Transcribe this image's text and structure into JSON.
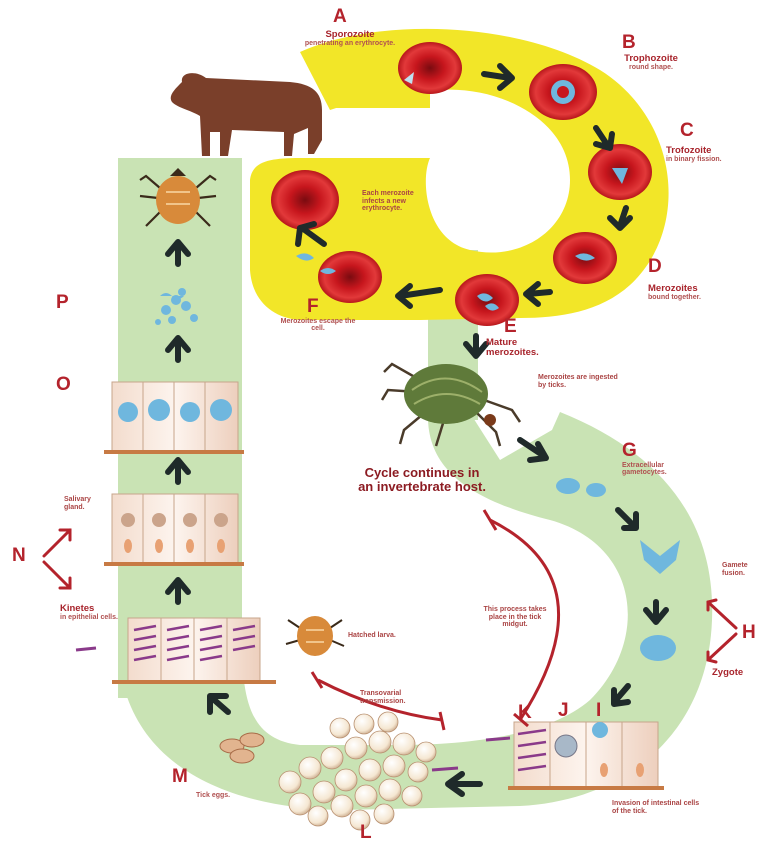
{
  "stages": {
    "A": {
      "letter": "A",
      "title": "Sporozoite",
      "sub": "penetrating an erythrocyte."
    },
    "B": {
      "letter": "B",
      "title": "Trophozoite",
      "sub": "round shape."
    },
    "C": {
      "letter": "C",
      "title": "Trofozoite",
      "sub": "in binary fission."
    },
    "D": {
      "letter": "D",
      "title": "Merozoites",
      "sub": "bound together."
    },
    "E": {
      "letter": "E",
      "title": "Mature merozoites.",
      "sub": ""
    },
    "F": {
      "letter": "F",
      "title": "",
      "sub": "Merozoites escape the cell."
    },
    "G": {
      "letter": "G",
      "title": "",
      "sub": "Extracellular gametocytes."
    },
    "H": {
      "letter": "H",
      "title": "",
      "sub": ""
    },
    "I": {
      "letter": "I"
    },
    "J": {
      "letter": "J"
    },
    "K": {
      "letter": "K"
    },
    "L": {
      "letter": "L"
    },
    "M": {
      "letter": "M",
      "sub": "Tick eggs."
    },
    "N": {
      "letter": "N"
    },
    "O": {
      "letter": "O"
    },
    "P": {
      "letter": "P"
    }
  },
  "notes": {
    "each_merozoite": "Each merozoite infects a new erythrocyte.",
    "ingested": "Merozoites are ingested by ticks.",
    "cycle": "Cycle continues in an invertebrate host.",
    "gamete": "Gamete fusion.",
    "zygote": "Zygote",
    "midgut": "This process takes place in the tick midgut.",
    "invasion": "Invasion of intestinal cells of the tick.",
    "transovarial": "Transovarial transmission.",
    "hatched": "Hatched larva.",
    "salivary": "Salivary gland.",
    "kinetes_title": "Kinetes",
    "kinetes_sub": "in epithelial cells."
  },
  "colors": {
    "yellow": "#f2e628",
    "green": "#c9e3b4",
    "rbc": "#d42228",
    "parasite": "#6fb7de",
    "arrow": "#1f2a2a",
    "inhibit": "#b4232c"
  }
}
